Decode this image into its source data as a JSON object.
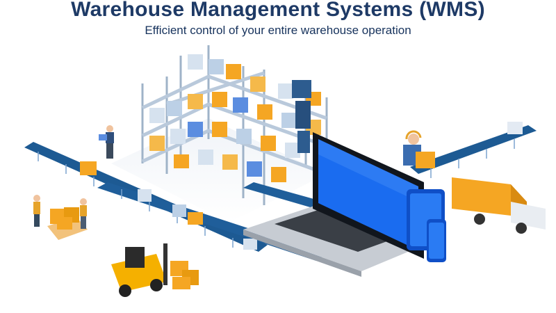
{
  "header": {
    "title": "Warehouse Management Systems (WMS)",
    "subtitle": "Efficient control of your entire warehouse operation"
  },
  "colors": {
    "title": "#1e3a66",
    "conveyor": "#1d5a93",
    "box": "#f5a623",
    "screen": "#1a6cf0",
    "rack": "#c9d6e6"
  },
  "illustration": {
    "icons": [
      "warehouse-rack",
      "conveyor-belt",
      "laptop",
      "monitor",
      "tablet",
      "phone",
      "delivery-truck",
      "forklift",
      "pallet",
      "workers"
    ]
  }
}
